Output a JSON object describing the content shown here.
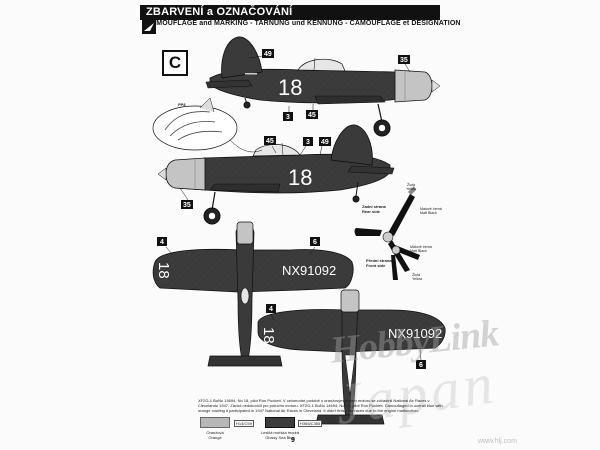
{
  "sheet": {
    "title": "ZBARVENÍ a OZNAČOVÁNÍ",
    "subtitle": "CAMOUFLAGE and MARKING - TARNUNG und KENNUNG - CAMOUFLAGE et DESIGNATION",
    "variant": "C",
    "page_number": "9"
  },
  "aircraft": {
    "fuselage_number": "18",
    "wing_registration": "NX91092",
    "wing_number": "18"
  },
  "callouts": [
    "49",
    "35",
    "3",
    "45",
    "45",
    "3",
    "49",
    "35",
    "4",
    "6",
    "4",
    "6",
    "PP8"
  ],
  "propeller": {
    "rear_side_cz": "Zadní strana",
    "rear_side_en": "Rear side",
    "front_side_cz": "Přední strana",
    "front_side_en": "Front side",
    "tip_cz": "Žlutá",
    "tip_en": "Yellow",
    "black_cz": "Matově černá",
    "black_en": "Matt Black"
  },
  "caption": "XF2G-1 BuNo 14694, No 18, pilot Ron Puckett. V celomodré podobě s oranžovým krytem motoru se zúčastnil National Air Races v Clevelandu 1947. Závod nedokončil pro poruchu motoru. XF2G-1 BuNo 14694, No 18, pilot Ron Puckett. Camouflaged in overall blue with orange cowling it participated in 1947 National Air Races in Cleveland. It didn't finish the races due to the engine malfunction.",
  "swatches": [
    {
      "code": "H14/C59",
      "label_cz": "Oranžová",
      "label_en": "Orange",
      "color": "#b7b7b7"
    },
    {
      "code": "H365/C365",
      "label_cz": "Lesklá mořská modrá",
      "label_en": "Glossy Sea Blue",
      "color": "#3c3c3c"
    }
  ],
  "watermark": {
    "line1": "HobbyLink",
    "line2": "Japan",
    "url": "www.hlj.com"
  },
  "colors": {
    "aircraft": "#3a3a3a",
    "cowling": "#c4c4c4",
    "ink": "#111111"
  }
}
